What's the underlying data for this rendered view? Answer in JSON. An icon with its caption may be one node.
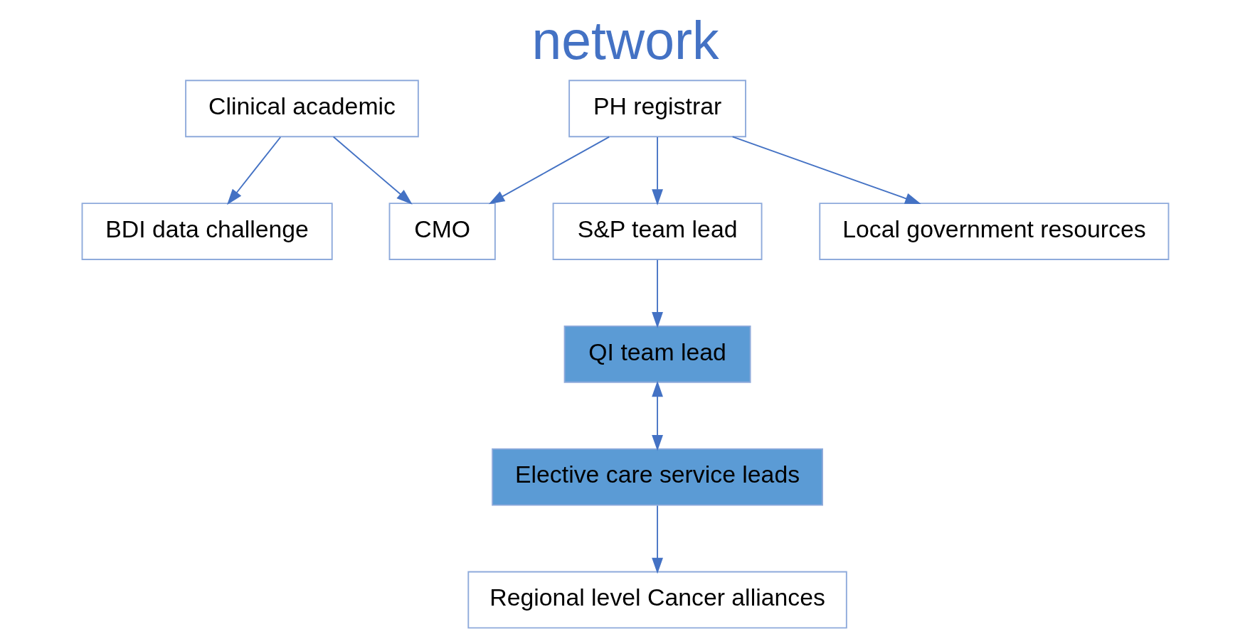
{
  "diagram": {
    "title": "network",
    "nodes": [
      {
        "text": [
          "Clinical academic"
        ]
      },
      {
        "text": [
          "BDI data challenge"
        ]
      },
      {
        "text": [
          "S&P team lead"
        ]
      },
      {
        "text": [
          "CMO"
        ]
      },
      {
        "text": [
          "QI team lead"
        ]
      },
      {
        "text": [
          "PH registrar"
        ]
      },
      {
        "text": [
          "Elective care service leads"
        ]
      },
      {
        "text": [
          "Local government resources"
        ]
      },
      {
        "text": [
          "Regional level Cancer alliances"
        ]
      }
    ],
    "edges": [
      {
        "from": 0,
        "to": 1,
        "arrow": "to"
      },
      {
        "from": 0,
        "to": 3,
        "arrow": "to"
      },
      {
        "from": 2,
        "to": 4,
        "arrow": "to"
      },
      {
        "from": 5,
        "to": 2,
        "arrow": "to"
      },
      {
        "from": 5,
        "to": 3,
        "arrow": "to"
      },
      {
        "from": 4,
        "to": 6,
        "arrow": "both"
      },
      {
        "from": 5,
        "to": 7,
        "arrow": "to"
      },
      {
        "from": 6,
        "to": 8,
        "arrow": "to"
      }
    ]
  }
}
